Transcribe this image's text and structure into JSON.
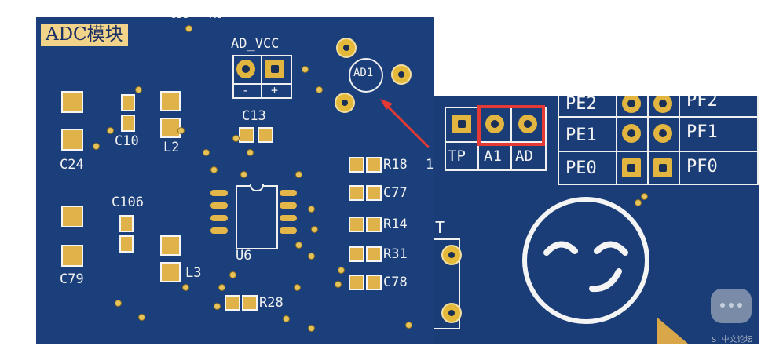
{
  "left_board": {
    "title": "ADC模块",
    "labels": {
      "ad_vcc": "AD_VCC",
      "minus": "-",
      "plus": "+",
      "ad1": "AD1",
      "c13": "C13",
      "c10": "C10",
      "l2": "L2",
      "c24": "C24",
      "c106": "C106",
      "c79": "C79",
      "l3": "L3",
      "u6": "U6",
      "r28": "R28",
      "r18": "R18",
      "c77": "C77",
      "r14": "R14",
      "r31": "R31",
      "c78": "C78",
      "edge_1": "1"
    }
  },
  "right_board": {
    "labels": {
      "tp": "TP",
      "a1": "A1",
      "ad": "AD",
      "pe2": "PE2",
      "pe1": "PE1",
      "pe0": "PE0",
      "pf2": "PF2",
      "pf1": "PF1",
      "pf0": "PF0",
      "t": "T"
    }
  },
  "watermark": {
    "text": "ST中文论坛"
  },
  "colors": {
    "board": "#1b3f7a",
    "silkscreen": "#f2f2f2",
    "pad": "#e0b34a",
    "highlight": "#e53935",
    "arrow": "#e53935",
    "title_bg": "#f1d48a"
  }
}
